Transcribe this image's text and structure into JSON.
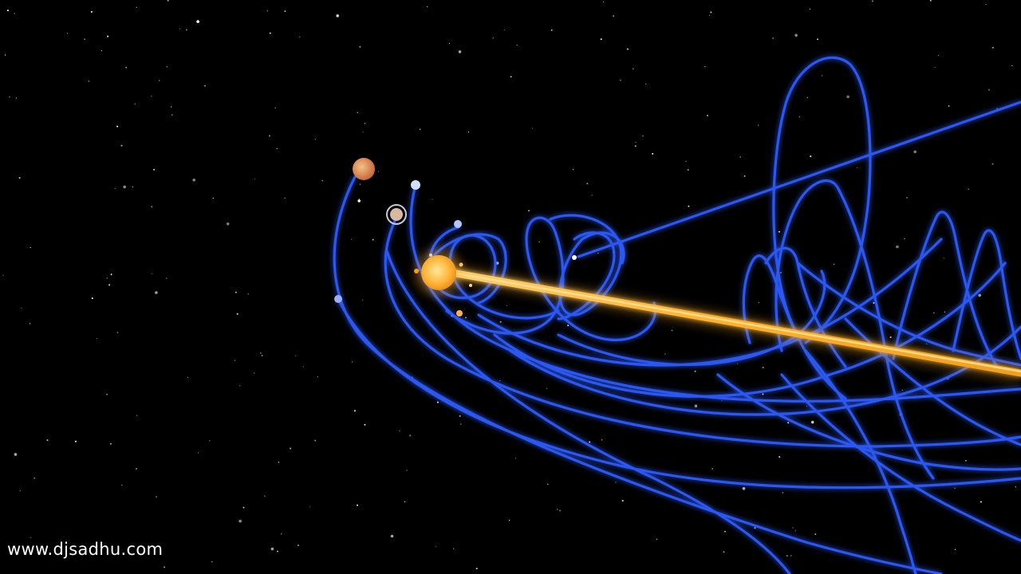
{
  "watermark": {
    "text": "www.djsadhu.com"
  },
  "colors": {
    "background": "#000000",
    "orbit_trail": "#2f5bff",
    "sun_trail": "#ffb02e",
    "sun": "#ffb53a",
    "star": "#ffffff"
  },
  "scene_objects": [
    "sun-icon",
    "sun-trail",
    "planet-orbit-trails",
    "planet-icons",
    "background-stars"
  ]
}
